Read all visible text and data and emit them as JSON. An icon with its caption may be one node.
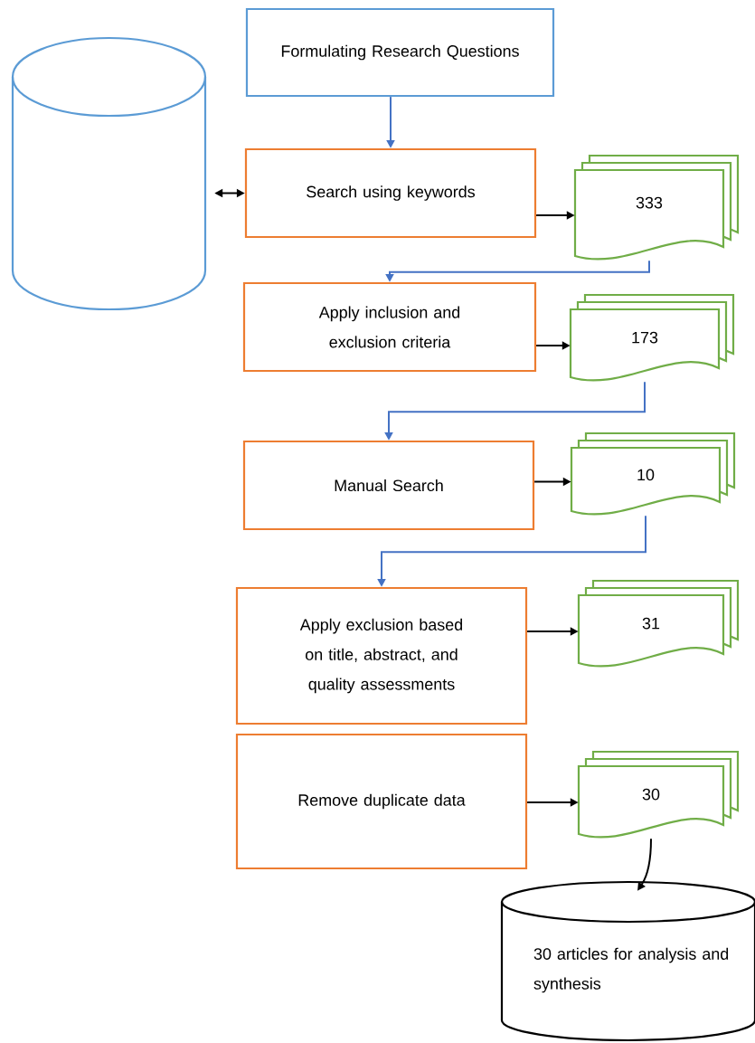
{
  "diagram": {
    "nodes": [
      {
        "text": [
          "Formulating Research Questions"
        ]
      },
      {
        "text": [],
        "shape": "cylinder"
      },
      {
        "text": [
          "Search using keywords"
        ]
      },
      {
        "text": [
          "333"
        ]
      },
      {
        "text": [
          "Apply inclusion and exclusion criteria"
        ]
      },
      {
        "text": [
          "173"
        ]
      },
      {
        "text": [
          "Manual Search"
        ]
      },
      {
        "text": [
          "10"
        ]
      },
      {
        "text": [
          "Apply exclusion based on title, abstract, and quality assessments"
        ]
      },
      {
        "text": [
          "31"
        ]
      },
      {
        "text": [
          "Remove duplicate data"
        ]
      },
      {
        "text": [
          "30"
        ]
      },
      {
        "text": [
          "30 articles for analysis and synthesis"
        ]
      }
    ],
    "edges": [
      {
        "from": 0,
        "to": 2,
        "arrow": "to",
        "color": "#4472c4"
      },
      {
        "from": 1,
        "to": 2,
        "arrow": "both"
      },
      {
        "from": 2,
        "to": 3,
        "arrow": "to"
      },
      {
        "from": 3,
        "to": 4,
        "arrow": "to",
        "color": "#4472c4"
      },
      {
        "from": 4,
        "to": 5,
        "arrow": "to"
      },
      {
        "from": 5,
        "to": 6,
        "arrow": "to",
        "color": "#4472c4"
      },
      {
        "from": 6,
        "to": 7,
        "arrow": "to"
      },
      {
        "from": 7,
        "to": 8,
        "arrow": "to",
        "color": "#4472c4"
      },
      {
        "from": 8,
        "to": 9,
        "arrow": "to"
      },
      {
        "from": 10,
        "to": 11,
        "arrow": "to"
      },
      {
        "from": 11,
        "to": 12,
        "arrow": "to"
      }
    ]
  }
}
